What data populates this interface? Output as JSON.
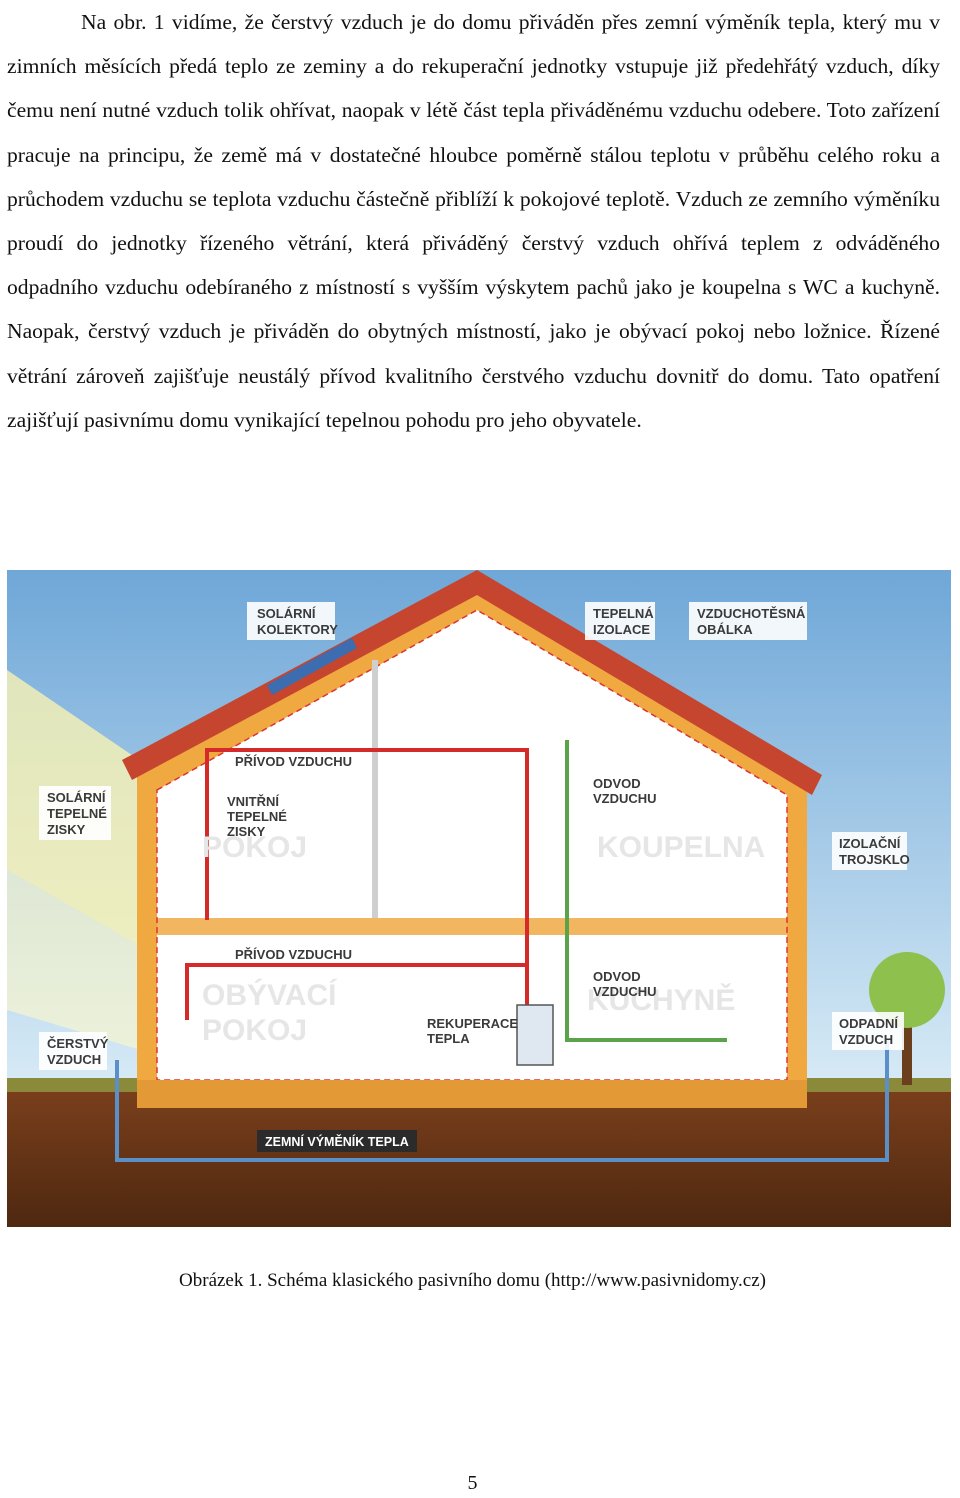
{
  "body_text": "Na obr. 1 vidíme, že čerstvý vzduch je do domu přiváděn přes zemní výměník tepla, který mu v zimních měsících předá teplo ze zeminy a do rekuperační jednotky vstupuje již předehřátý vzduch, díky čemu není nutné vzduch tolik ohřívat, naopak v létě část tepla přiváděnému vzduchu odebere. Toto zařízení pracuje na principu, že země má v dostatečné hloubce poměrně stálou teplotu v průběhu celého roku a průchodem vzduchu se teplota vzduchu částečně přiblíží k pokojové teplotě. Vzduch ze zemního výměníku proudí do jednotky řízeného větrání, která přiváděný čerstvý vzduch ohřívá teplem z odváděného odpadního vzduchu odebíraného z místností s vyšším výskytem pachů jako je koupelna s WC a kuchyně. Naopak, čerstvý vzduch je přiváděn do obytných místností, jako je obývací pokoj nebo ložnice. Řízené větrání zároveň zajišťuje neustálý přívod kvalitního čerstvého vzduchu dovnitř do domu. Tato opatření zajišťují pasivnímu domu vynikající tepelnou pohodu pro jeho obyvatele.",
  "figure": {
    "labels": {
      "solar_collectors": [
        "SOLÁRNÍ",
        "KOLEKTORY"
      ],
      "thermal_insulation": [
        "TEPELNÁ",
        "IZOLACE"
      ],
      "airtight_envelope": [
        "VZDUCHOTĚSNÁ",
        "OBÁLKA"
      ],
      "air_supply_top": "PŘÍVOD VZDUCHU",
      "internal_gains": [
        "VNITŘNÍ",
        "TEPELNÉ",
        "ZISKY"
      ],
      "air_exhaust_top": [
        "ODVOD",
        "VZDUCHU"
      ],
      "solar_gains": [
        "SOLÁRNÍ",
        "TEPELNÉ",
        "ZISKY"
      ],
      "insulated_triple": [
        "IZOLAČNÍ",
        "TROJSKLO"
      ],
      "air_supply_bottom": "PŘÍVOD VZDUCHU",
      "air_exhaust_bottom": [
        "ODVOD",
        "VZDUCHU"
      ],
      "recuperation": [
        "REKUPERACE",
        "TEPLA"
      ],
      "fresh_air": [
        "ČERSTVÝ",
        "VZDUCH"
      ],
      "waste_air": [
        "ODPADNÍ",
        "VZDUCH"
      ],
      "ground_exchanger": "ZEMNÍ VÝMĚNÍK TEPLA"
    },
    "rooms": {
      "top_left": "POKOJ",
      "top_right": "KOUPELNA",
      "bottom_left_1": "OBÝVACÍ",
      "bottom_left_2": "POKOJ",
      "bottom_right": "KUCHYNĚ"
    }
  },
  "caption": {
    "main": "Obrázek 1. Schéma klasického pasivního domu",
    "source": "(http://www.pasivnidomy.cz)"
  },
  "page_number": "5"
}
